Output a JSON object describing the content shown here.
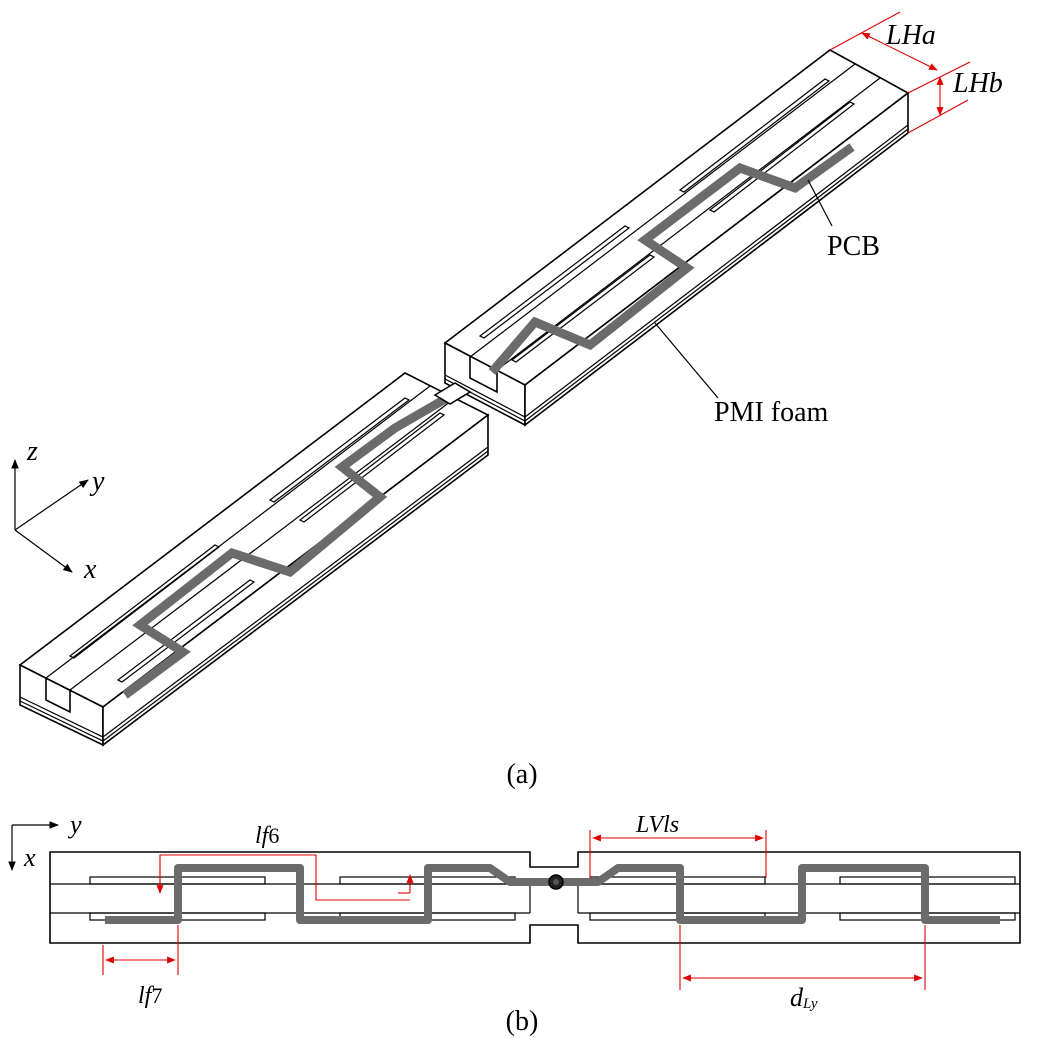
{
  "figure_a": {
    "caption": "(a)",
    "labels": {
      "lha": "LHa",
      "lhb": "LHb",
      "pcb": "PCB",
      "pmi_foam": "PMI foam"
    },
    "axes": {
      "z": "z",
      "y": "y",
      "x": "x"
    }
  },
  "figure_b": {
    "caption": "(b)",
    "labels": {
      "lf6_main": "lf",
      "lf6_sub": "6",
      "lf7_main": "lf",
      "lf7_sub": "7",
      "lvls": "LVls",
      "dly_main": "d",
      "dly_sub": "Ly"
    },
    "axes": {
      "y": "y",
      "x": "x"
    }
  },
  "colors": {
    "trace": "#6b6b6b",
    "dimension": "#e00000",
    "outline": "#000000"
  }
}
